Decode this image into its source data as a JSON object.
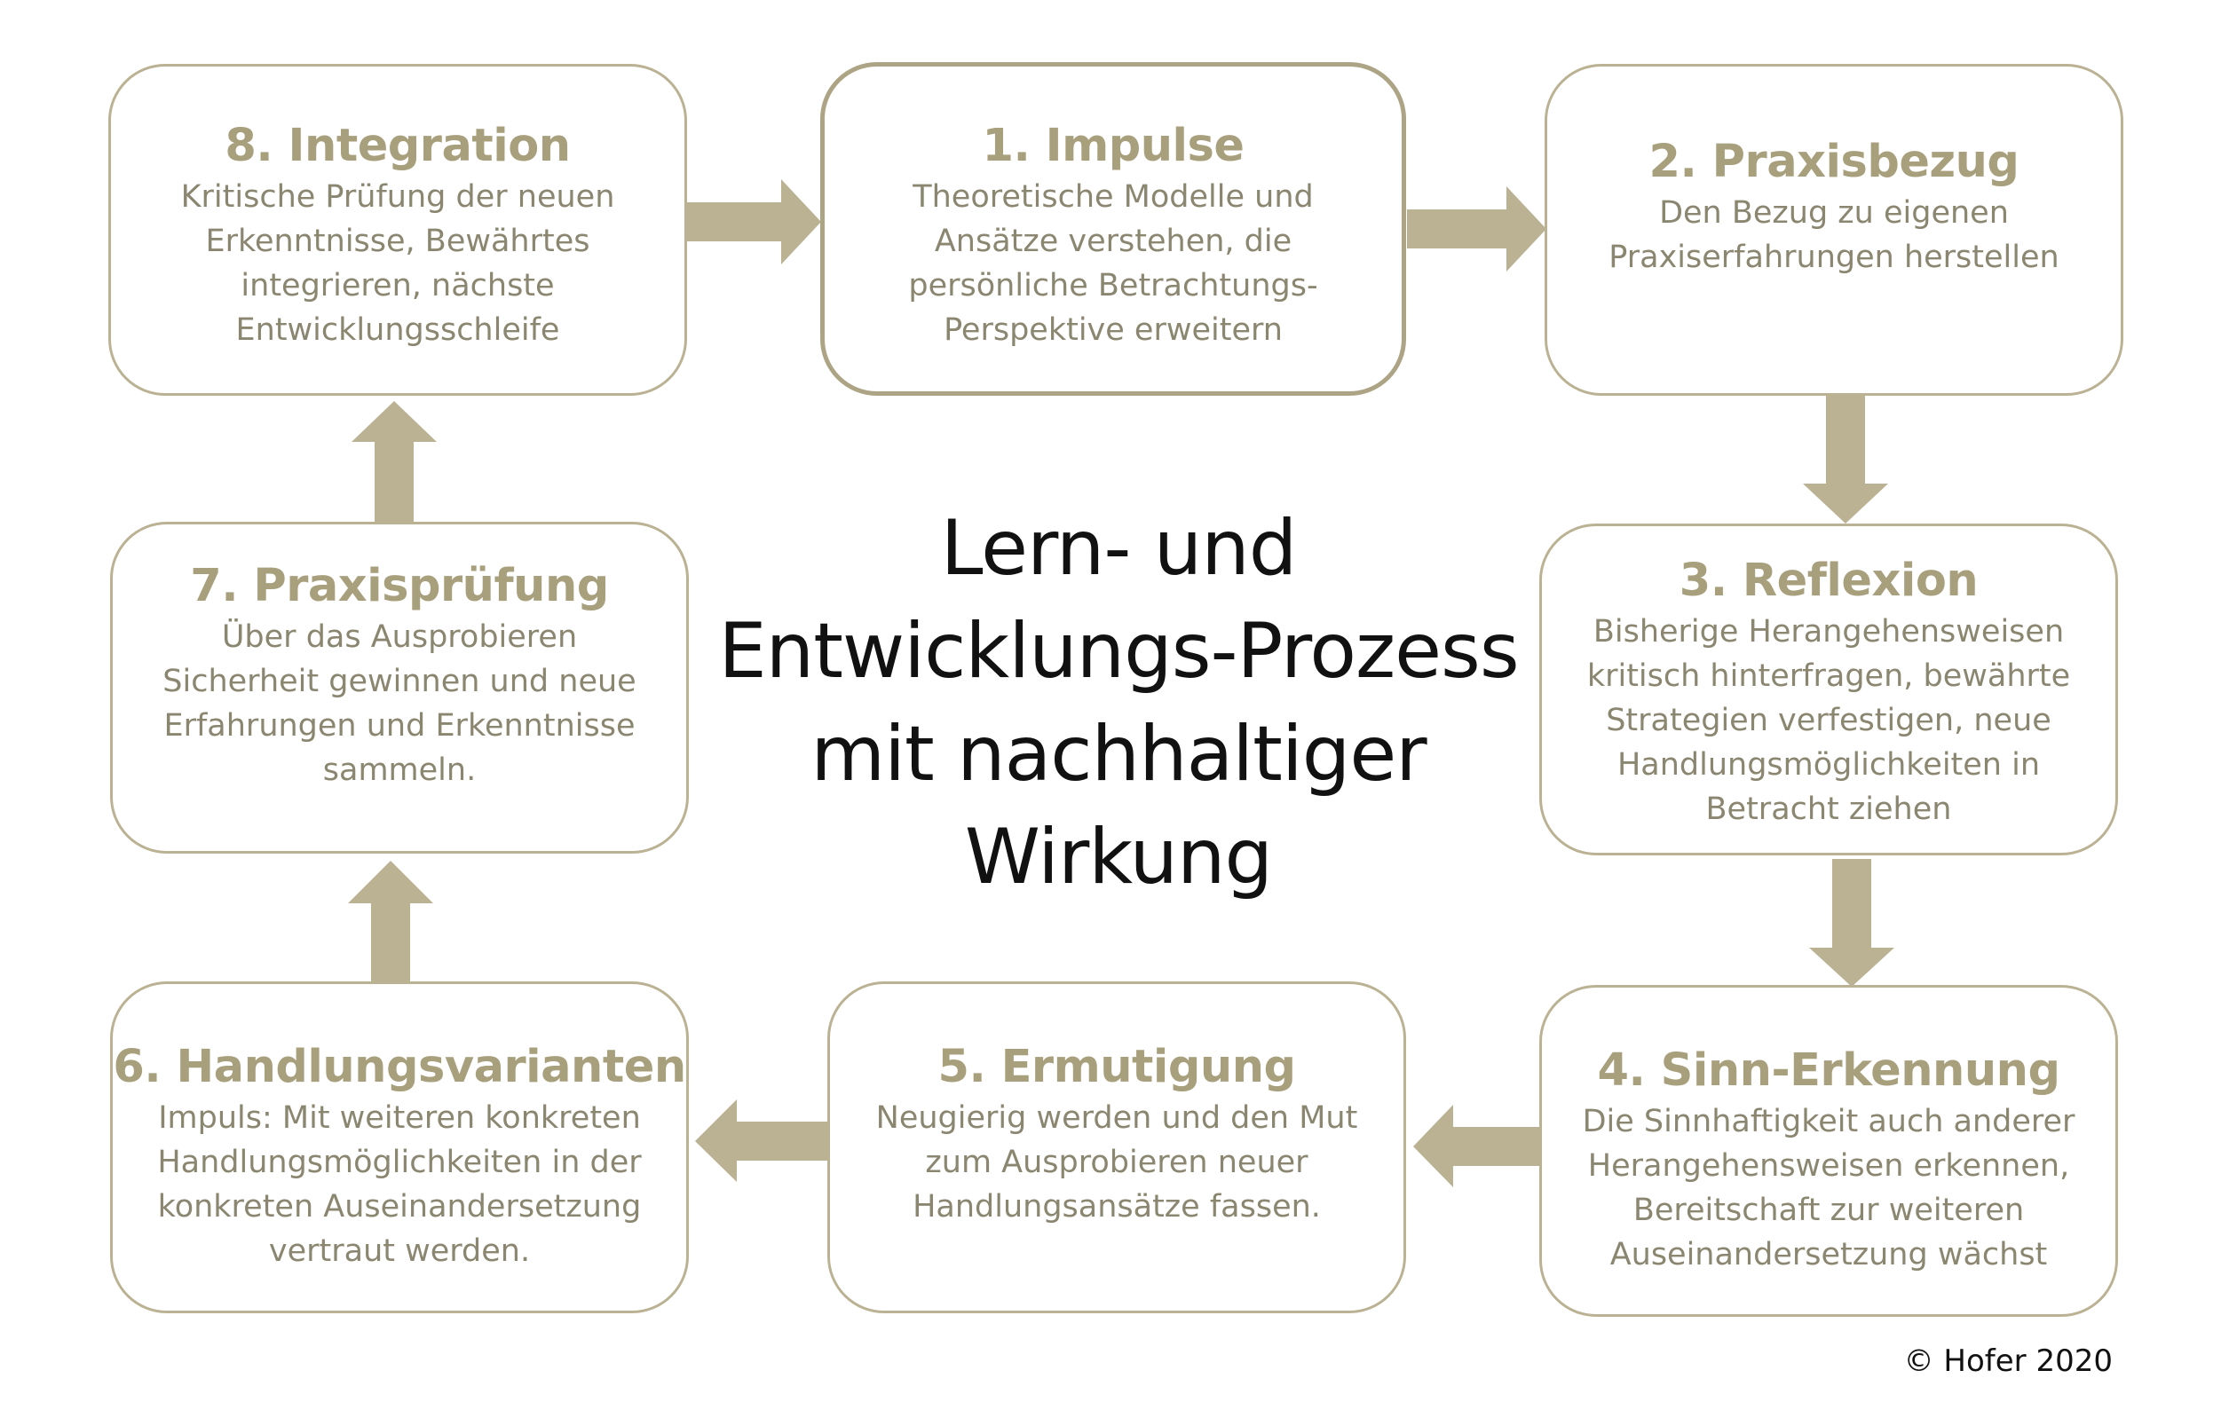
{
  "center_title": "Lern- und\nEntwicklungs-Prozess\nmit nachhaltiger\nWirkung",
  "copyright": "© Hofer 2020",
  "colors": {
    "box_border": "#bbb294",
    "title": "#a89f7d",
    "text": "#8a8670",
    "arrow": "#bbb294"
  },
  "steps": {
    "s1": {
      "title": "1. Impulse",
      "text": "Theoretische Modelle und\nAnsätze verstehen, die\npersönliche Betrachtungs-\nPerspektive erweitern"
    },
    "s2": {
      "title": "2. Praxisbezug",
      "text": "Den Bezug zu eigenen\nPraxiserfahrungen herstellen"
    },
    "s3": {
      "title": "3. Reflexion",
      "text": "Bisherige Herangehensweisen\nkritisch hinterfragen, bewährte\nStrategien verfestigen, neue\nHandlungsmöglichkeiten in\nBetracht ziehen"
    },
    "s4": {
      "title": "4. Sinn-Erkennung",
      "text": "Die Sinnhaftigkeit auch anderer\nHerangehensweisen erkennen,\nBereitschaft zur weiteren\nAuseinandersetzung wächst"
    },
    "s5": {
      "title": "5. Ermutigung",
      "text": "Neugierig werden und den Mut\nzum Ausprobieren neuer\nHandlungsansätze fassen."
    },
    "s6": {
      "title": "6. Handlungsvarianten",
      "text": "Impuls: Mit weiteren konkreten\nHandlungsmöglichkeiten in der\nkonkreten Auseinandersetzung\nvertraut werden."
    },
    "s7": {
      "title": "7. Praxisprüfung",
      "text": "Über das Ausprobieren\nSicherheit gewinnen und neue\nErfahrungen und Erkenntnisse\nsammeln."
    },
    "s8": {
      "title": "8. Integration",
      "text": "Kritische Prüfung der neuen\nErkenntnisse, Bewährtes\nintegrieren, nächste\nEntwicklungsschleife"
    }
  }
}
